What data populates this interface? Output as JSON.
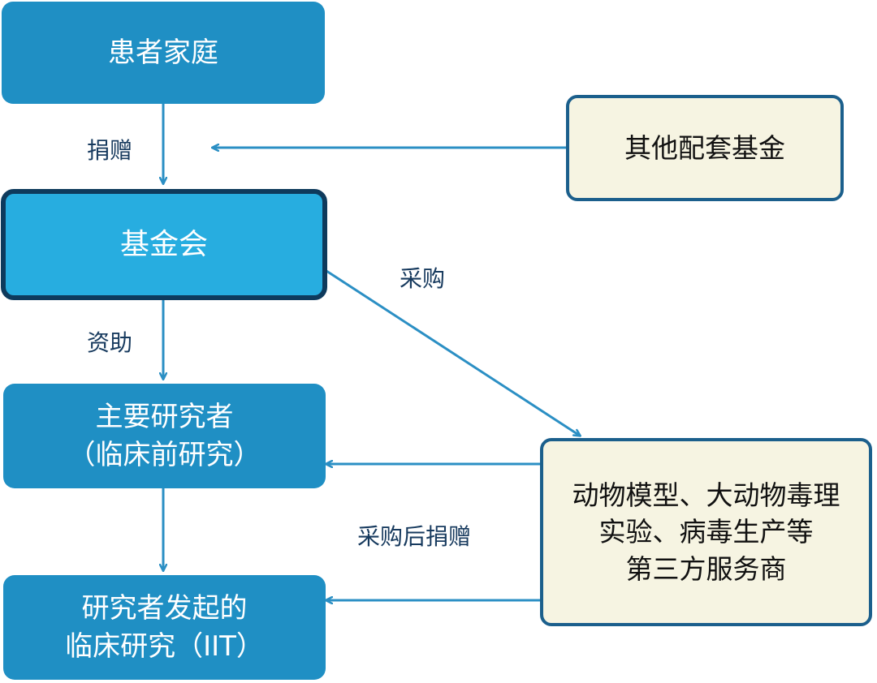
{
  "nodes": {
    "patient_family": "患者家庭",
    "foundation": "基金会",
    "principal_investigator": "主要研究者\n（临床前研究）",
    "iit": "研究者发起的\n临床研究（IIT）",
    "other_funds": "其他配套基金",
    "third_party": "动物模型、大动物毒理\n实验、病毒生产等\n第三方服务商"
  },
  "edges": {
    "donate": "捐赠",
    "fund": "资助",
    "purchase": "采购",
    "purchase_then_donate": "采购后捐赠"
  },
  "colors": {
    "node_blue": "#1f8fc4",
    "node_blue_highlight": "#27ade0",
    "highlight_border": "#0e3a5c",
    "node_cream": "#f6f4e2",
    "cream_border": "#1b5f8c",
    "arrow": "#2b8fc4",
    "label_text": "#173a5e"
  }
}
